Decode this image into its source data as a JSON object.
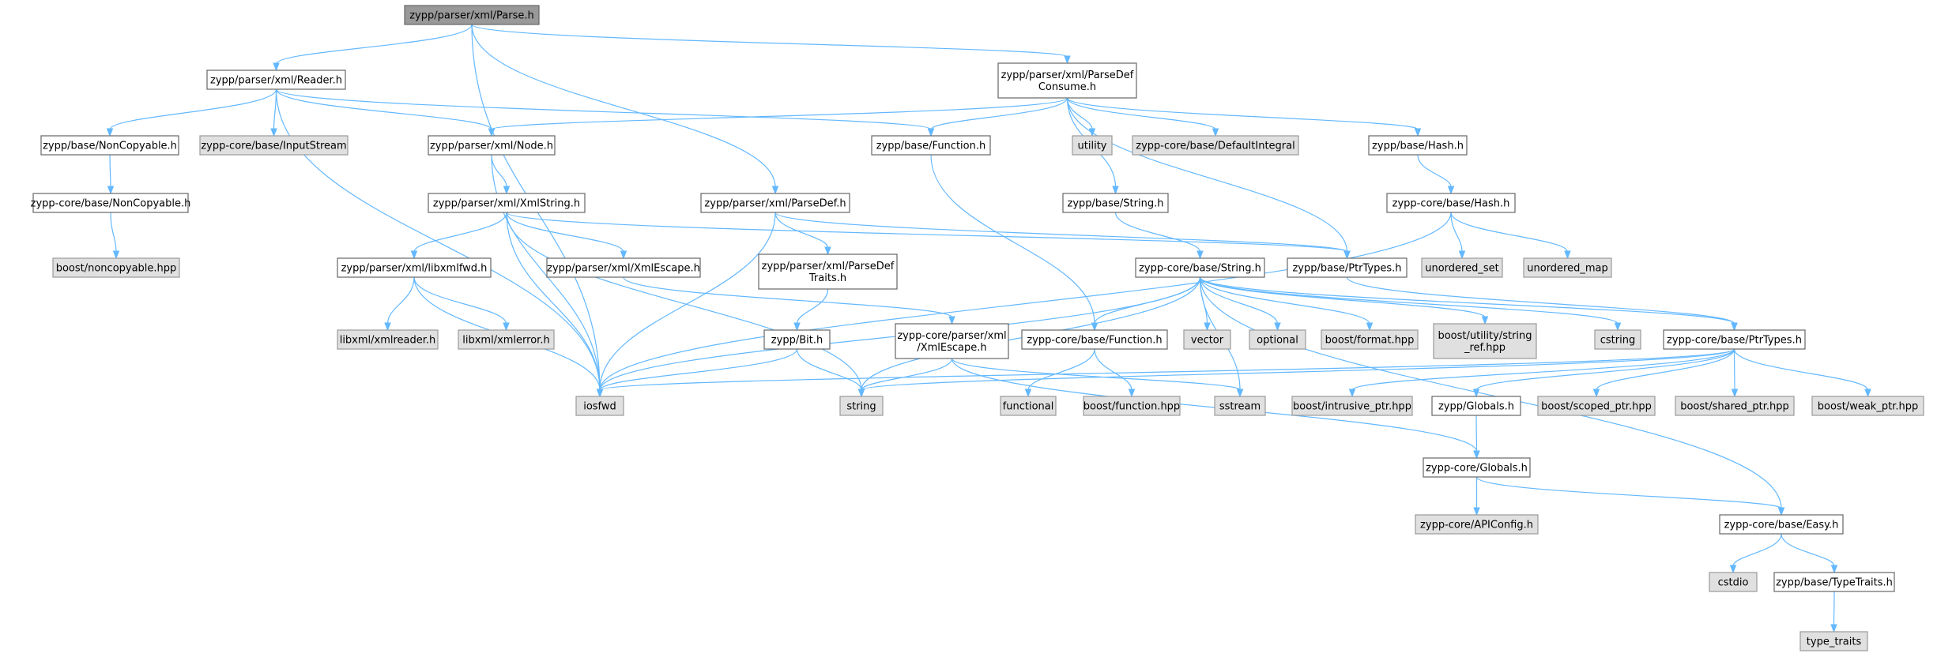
{
  "colors": {
    "edge": "#63b8ff",
    "node_border": "#666666",
    "node_fill": "#ffffff",
    "external_fill": "#e0e0e0",
    "external_border": "#999999",
    "root_fill": "#999999"
  },
  "nodes": [
    {
      "id": "parse_h",
      "label": "zypp/parser/xml/Parse.h",
      "kind": "root"
    },
    {
      "id": "reader_h",
      "label": "zypp/parser/xml/Reader.h",
      "kind": "normal"
    },
    {
      "id": "parsedefconsume_h",
      "label": "zypp/parser/xml/ParseDef\nConsume.h",
      "kind": "normal"
    },
    {
      "id": "base_noncopyable",
      "label": "zypp/base/NonCopyable.h",
      "kind": "normal"
    },
    {
      "id": "inputstream",
      "label": "zypp-core/base/InputStream",
      "kind": "ext"
    },
    {
      "id": "node_h",
      "label": "zypp/parser/xml/Node.h",
      "kind": "normal"
    },
    {
      "id": "function_h",
      "label": "zypp/base/Function.h",
      "kind": "normal"
    },
    {
      "id": "utility",
      "label": "utility",
      "kind": "ext"
    },
    {
      "id": "defaultintegral",
      "label": "zypp-core/base/DefaultIntegral",
      "kind": "ext"
    },
    {
      "id": "hash_h",
      "label": "zypp/base/Hash.h",
      "kind": "normal"
    },
    {
      "id": "core_noncopyable",
      "label": "zypp-core/base/NonCopyable.h",
      "kind": "normal"
    },
    {
      "id": "xmlstring_h",
      "label": "zypp/parser/xml/XmlString.h",
      "kind": "normal"
    },
    {
      "id": "parsedef_h",
      "label": "zypp/parser/xml/ParseDef.h",
      "kind": "normal"
    },
    {
      "id": "string_h",
      "label": "zypp/base/String.h",
      "kind": "normal"
    },
    {
      "id": "core_hash_h",
      "label": "zypp-core/base/Hash.h",
      "kind": "normal"
    },
    {
      "id": "boost_noncopyable",
      "label": "boost/noncopyable.hpp",
      "kind": "ext"
    },
    {
      "id": "libxmlfwd_h",
      "label": "zypp/parser/xml/libxmlfwd.h",
      "kind": "normal"
    },
    {
      "id": "xmlescape_h",
      "label": "zypp/parser/xml/XmlEscape.h",
      "kind": "normal"
    },
    {
      "id": "parsedeftraits_h",
      "label": "zypp/parser/xml/ParseDef\nTraits.h",
      "kind": "normal"
    },
    {
      "id": "core_string_h",
      "label": "zypp-core/base/String.h",
      "kind": "normal"
    },
    {
      "id": "ptrtypes_h",
      "label": "zypp/base/PtrTypes.h",
      "kind": "normal"
    },
    {
      "id": "unordered_set",
      "label": "unordered_set",
      "kind": "ext"
    },
    {
      "id": "unordered_map",
      "label": "unordered_map",
      "kind": "ext"
    },
    {
      "id": "xmlreader",
      "label": "libxml/xmlreader.h",
      "kind": "ext"
    },
    {
      "id": "xmlerror",
      "label": "libxml/xmlerror.h",
      "kind": "ext"
    },
    {
      "id": "bit_h",
      "label": "zypp/Bit.h",
      "kind": "normal"
    },
    {
      "id": "core_xmlescape_h",
      "label": "zypp-core/parser/xml\n/XmlEscape.h",
      "kind": "normal"
    },
    {
      "id": "core_function_h",
      "label": "zypp-core/base/Function.h",
      "kind": "normal"
    },
    {
      "id": "vector",
      "label": "vector",
      "kind": "ext"
    },
    {
      "id": "optional",
      "label": "optional",
      "kind": "ext"
    },
    {
      "id": "boost_format",
      "label": "boost/format.hpp",
      "kind": "ext"
    },
    {
      "id": "boost_string_ref",
      "label": "boost/utility/string\n_ref.hpp",
      "kind": "ext"
    },
    {
      "id": "cstring",
      "label": "cstring",
      "kind": "ext"
    },
    {
      "id": "core_ptrtypes_h",
      "label": "zypp-core/base/PtrTypes.h",
      "kind": "normal"
    },
    {
      "id": "iosfwd",
      "label": "iosfwd",
      "kind": "ext"
    },
    {
      "id": "string",
      "label": "string",
      "kind": "ext"
    },
    {
      "id": "functional",
      "label": "functional",
      "kind": "ext"
    },
    {
      "id": "boost_function",
      "label": "boost/function.hpp",
      "kind": "ext"
    },
    {
      "id": "sstream",
      "label": "sstream",
      "kind": "ext"
    },
    {
      "id": "boost_intrusive",
      "label": "boost/intrusive_ptr.hpp",
      "kind": "ext"
    },
    {
      "id": "globals_h",
      "label": "zypp/Globals.h",
      "kind": "normal"
    },
    {
      "id": "boost_scoped",
      "label": "boost/scoped_ptr.hpp",
      "kind": "ext"
    },
    {
      "id": "boost_shared",
      "label": "boost/shared_ptr.hpp",
      "kind": "ext"
    },
    {
      "id": "boost_weak",
      "label": "boost/weak_ptr.hpp",
      "kind": "ext"
    },
    {
      "id": "core_globals_h",
      "label": "zypp-core/Globals.h",
      "kind": "normal"
    },
    {
      "id": "apiconfig_h",
      "label": "zypp-core/APIConfig.h",
      "kind": "ext"
    },
    {
      "id": "easy_h",
      "label": "zypp-core/base/Easy.h",
      "kind": "normal"
    },
    {
      "id": "cstdio",
      "label": "cstdio",
      "kind": "ext"
    },
    {
      "id": "typetraits_h",
      "label": "zypp/base/TypeTraits.h",
      "kind": "normal"
    },
    {
      "id": "type_traits",
      "label": "type_traits",
      "kind": "ext"
    }
  ],
  "edges": [
    [
      "parse_h",
      "reader_h"
    ],
    [
      "parse_h",
      "parsedefconsume_h"
    ],
    [
      "parse_h",
      "parsedef_h"
    ],
    [
      "parse_h",
      "iosfwd"
    ],
    [
      "reader_h",
      "base_noncopyable"
    ],
    [
      "reader_h",
      "inputstream"
    ],
    [
      "reader_h",
      "node_h"
    ],
    [
      "reader_h",
      "function_h"
    ],
    [
      "reader_h",
      "iosfwd"
    ],
    [
      "parsedefconsume_h",
      "node_h"
    ],
    [
      "parsedefconsume_h",
      "function_h"
    ],
    [
      "parsedefconsume_h",
      "utility"
    ],
    [
      "parsedefconsume_h",
      "defaultintegral"
    ],
    [
      "parsedefconsume_h",
      "hash_h"
    ],
    [
      "parsedefconsume_h",
      "string_h"
    ],
    [
      "parsedefconsume_h",
      "ptrtypes_h"
    ],
    [
      "base_noncopyable",
      "core_noncopyable"
    ],
    [
      "core_noncopyable",
      "boost_noncopyable"
    ],
    [
      "node_h",
      "xmlstring_h"
    ],
    [
      "node_h",
      "iosfwd"
    ],
    [
      "function_h",
      "core_function_h"
    ],
    [
      "hash_h",
      "core_hash_h"
    ],
    [
      "xmlstring_h",
      "libxmlfwd_h"
    ],
    [
      "xmlstring_h",
      "xmlescape_h"
    ],
    [
      "xmlstring_h",
      "ptrtypes_h"
    ],
    [
      "xmlstring_h",
      "iosfwd"
    ],
    [
      "xmlstring_h",
      "string"
    ],
    [
      "parsedef_h",
      "parsedeftraits_h"
    ],
    [
      "parsedef_h",
      "ptrtypes_h"
    ],
    [
      "parsedef_h",
      "iosfwd"
    ],
    [
      "string_h",
      "core_string_h"
    ],
    [
      "core_hash_h",
      "unordered_set"
    ],
    [
      "core_hash_h",
      "unordered_map"
    ],
    [
      "core_hash_h",
      "iosfwd"
    ],
    [
      "libxmlfwd_h",
      "xmlreader"
    ],
    [
      "libxmlfwd_h",
      "xmlerror"
    ],
    [
      "libxmlfwd_h",
      "iosfwd"
    ],
    [
      "xmlescape_h",
      "core_xmlescape_h"
    ],
    [
      "parsedeftraits_h",
      "bit_h"
    ],
    [
      "core_string_h",
      "core_function_h"
    ],
    [
      "core_string_h",
      "vector"
    ],
    [
      "core_string_h",
      "optional"
    ],
    [
      "core_string_h",
      "boost_format"
    ],
    [
      "core_string_h",
      "boost_string_ref"
    ],
    [
      "core_string_h",
      "cstring"
    ],
    [
      "core_string_h",
      "core_ptrtypes_h"
    ],
    [
      "core_string_h",
      "iosfwd"
    ],
    [
      "core_string_h",
      "string"
    ],
    [
      "core_string_h",
      "sstream"
    ],
    [
      "core_string_h",
      "easy_h"
    ],
    [
      "ptrtypes_h",
      "core_ptrtypes_h"
    ],
    [
      "bit_h",
      "iosfwd"
    ],
    [
      "bit_h",
      "string"
    ],
    [
      "core_xmlescape_h",
      "string"
    ],
    [
      "core_xmlescape_h",
      "sstream"
    ],
    [
      "core_xmlescape_h",
      "core_globals_h"
    ],
    [
      "core_function_h",
      "functional"
    ],
    [
      "core_function_h",
      "boost_function"
    ],
    [
      "core_ptrtypes_h",
      "iosfwd"
    ],
    [
      "core_ptrtypes_h",
      "string"
    ],
    [
      "core_ptrtypes_h",
      "boost_intrusive"
    ],
    [
      "core_ptrtypes_h",
      "globals_h"
    ],
    [
      "core_ptrtypes_h",
      "boost_scoped"
    ],
    [
      "core_ptrtypes_h",
      "boost_shared"
    ],
    [
      "core_ptrtypes_h",
      "boost_weak"
    ],
    [
      "globals_h",
      "core_globals_h"
    ],
    [
      "core_globals_h",
      "apiconfig_h"
    ],
    [
      "core_globals_h",
      "easy_h"
    ],
    [
      "easy_h",
      "cstdio"
    ],
    [
      "easy_h",
      "typetraits_h"
    ],
    [
      "typetraits_h",
      "type_traits"
    ]
  ]
}
